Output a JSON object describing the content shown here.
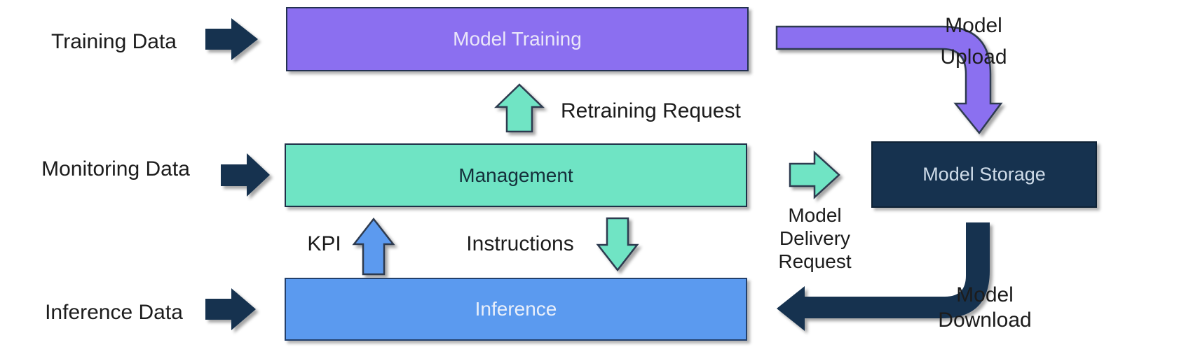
{
  "colors": {
    "purple": "#8B6FF0",
    "teal": "#6FE4C4",
    "blue": "#5B9AEF",
    "navy": "#16324F",
    "outline": "#2E3B50",
    "background": "#FFFFFF",
    "text": "#1C1C1C"
  },
  "nodes": {
    "model_training": {
      "label": "Model Training"
    },
    "management": {
      "label": "Management"
    },
    "inference": {
      "label": "Inference"
    },
    "model_storage": {
      "label": "Model Storage"
    }
  },
  "inputs": {
    "training_data": {
      "label": "Training Data"
    },
    "monitoring_data": {
      "label": "Monitoring Data"
    },
    "inference_data": {
      "label": "Inference Data"
    }
  },
  "flows": {
    "retraining_request": {
      "label": "Retraining Request"
    },
    "kpi": {
      "label": "KPI"
    },
    "instructions": {
      "label": "Instructions"
    },
    "model_upload": {
      "label": "Model Upload"
    },
    "model_delivery_request": {
      "label": "Model Delivery Request"
    },
    "model_download": {
      "label": "Model Download"
    }
  }
}
